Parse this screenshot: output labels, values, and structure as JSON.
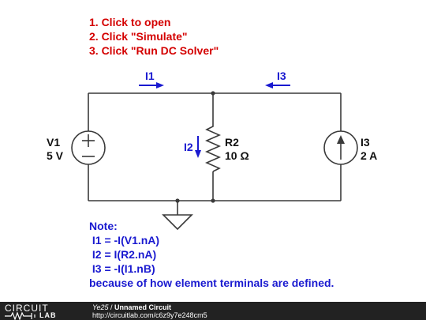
{
  "instructions": [
    "1. Click to open",
    "2. Click \"Simulate\"",
    "3. Click \"Run DC Solver\""
  ],
  "currents": {
    "i1": "I1",
    "i2": "I2",
    "i3": "I3"
  },
  "components": {
    "v1": {
      "name": "V1",
      "value": "5 V"
    },
    "r2": {
      "name": "R2",
      "value": "10 Ω"
    },
    "i3": {
      "name": "I3",
      "value": "2 A"
    }
  },
  "note": {
    "heading": "Note:",
    "lines": [
      " I1 = -I(V1.nA)",
      " I2 = I(R2.nA)",
      " I3 = -I(I1.nB)",
      "because of how element terminals are defined."
    ]
  },
  "footer": {
    "logo_top": "CIRCUIT",
    "logo_bottom": "LAB",
    "user": "Ye25",
    "separator": " / ",
    "title": "Unnamed Circuit",
    "url": "http://circuitlab.com/c6z9y7e248cm5"
  },
  "colors": {
    "instruction": "#d40000",
    "current_arrow": "#1a1ad0",
    "wire": "#3a3a3a",
    "footer_bg": "#222222"
  }
}
